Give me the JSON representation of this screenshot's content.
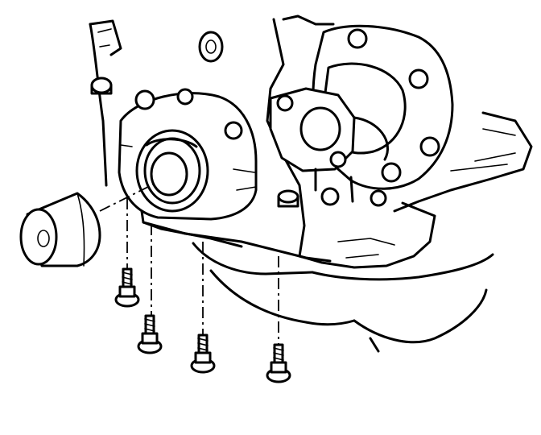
{
  "diagram": {
    "kind": "exploded-assembly-line-drawing",
    "colors": {
      "line": "#000000",
      "background": "#ffffff"
    },
    "parts": [
      {
        "id": "engine-block",
        "label": ""
      },
      {
        "id": "camshaft-bearing-housing",
        "label": ""
      },
      {
        "id": "oil-filter-adapter",
        "label": ""
      },
      {
        "id": "adapter-gasket",
        "label": ""
      },
      {
        "id": "oil-filter",
        "label": ""
      },
      {
        "id": "oil-pan",
        "label": ""
      },
      {
        "id": "bolt",
        "count": 4,
        "label": ""
      }
    ]
  }
}
